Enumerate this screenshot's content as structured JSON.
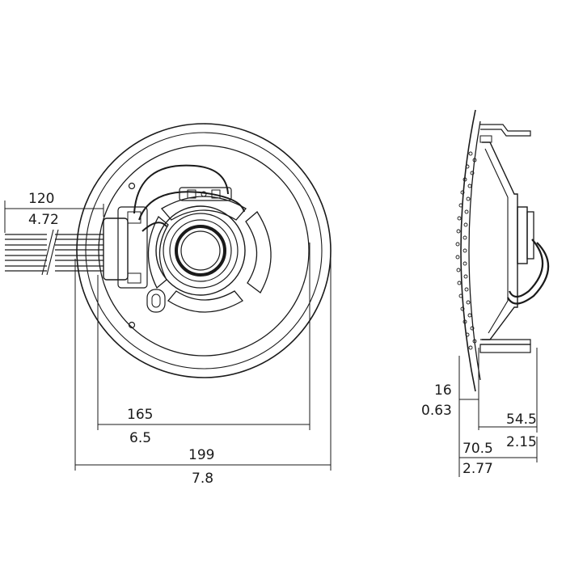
{
  "front_view": {
    "wire_length_mm": "120",
    "wire_length_in": "4.72",
    "mount_hole_spacing_mm": "165",
    "mount_hole_spacing_in": "6.5",
    "outer_diameter_mm": "199",
    "outer_diameter_in": "7.8"
  },
  "side_view": {
    "flange_depth_mm": "16",
    "flange_depth_in": "0.63",
    "mount_depth_mm": "54.5",
    "mount_depth_in": "2.15",
    "total_depth_mm": "70.5",
    "total_depth_in": "2.77"
  },
  "colors": {
    "line": "#1a1a1a",
    "wire_fill": "#ffffff"
  }
}
